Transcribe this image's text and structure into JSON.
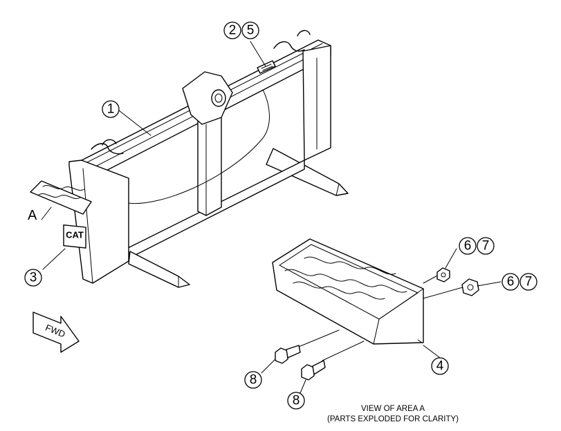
{
  "area_label": "A",
  "logo_text": "CAT",
  "fwd_label": "FWD",
  "caption": {
    "line1": "VIEW OF AREA A",
    "line2": "(PARTS EXPLODED FOR CLARITY)"
  },
  "callouts": {
    "c1": "1",
    "c2": "2",
    "c3": "3",
    "c4": "4",
    "c5": "5",
    "c6a": "6",
    "c7a": "7",
    "c6b": "6",
    "c7b": "7",
    "c8a": "8",
    "c8b": "8"
  }
}
